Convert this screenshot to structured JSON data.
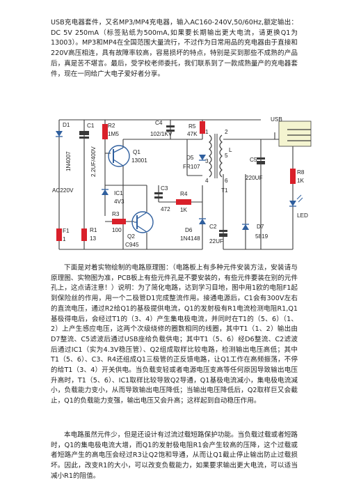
{
  "paragraphs": {
    "intro": "USB充电器套件，又名MP3/MP4充电器，输入AC160-240V,50/60Hz,额定输出：DC 5V 250mA（标签贴纸为500mA,如果要长期输出更大电流，请更换Q1为13003）。MP3和MP4在全国范围大量流行，不过作为日常用品的充电器由于直接和220V高压相连，具有故障率较高，容易损坏的特点，特别是买到那些不成熟的产品后，真是苦不堪言。最后，受学校老师委托，我们联系到了一款成熟量产的充电器套件，现在一同给广大电子爱好者分享。",
    "principle": "下面是对着实物绘制的电路原理图：（电路板上有多种元件安装方法，安装请与原理图、实物图为准，PCB板上有些元件孔是不要安装的，有些元件要装在别的元件孔上，这点请注意！）说明：为了简化电路，达到学习目地，图中用1欧的电阻F1起到保险丝的作用，用一个二极管D1完成整流作用。接通电源后，C1会有300V左右的直流电压，通过R2给Q1的基极提供电流，Q1的发射极有R1电流检测电阻R1,Q1基极得电后，会经过T1的（3、4）产生集电极电流，并同时在T1的（5、6）（1、2）上产生感应电压，这两个次级绕修的圈数相同的线圈，其中T1（1、2）输出由D7整流、C5滤波后通过USB座给负载供电；其中T1（5、6）经D6整流、C2滤波后通过IC1（实为4.3V稳压管）、Q2组成取样比较电路，检测输出电压高低；其中T1（5、6）、C3、R4还组成Q1三极管的正反馈电路，让Q1工作在高频振荡，不停的给T1（3、4）开关供电。当负载变轻或者电源电压变高等任何原因导致输出电压升高时，T1（5、6）、IC1取样比较导致Q2导通，Q1基极电流减小，集电极电流减小，负载能力变小，从而导致输出电压降低；当输出电压降低后，Q2取样巨又会截止，Q1的负载能力变强，输出电压又会升高；这样起到自动稳压作用。",
    "protection": "本电路虽然元件少，但是还设计有过流过载短路保护功能。当负载过载或者短路时，Q1的集电极电流大增，而Q1的发射极电阻R1会产生较高的压降，这个过载或者短路产生的高电压会经过R3让Q2饱和导通，从而让Q1截止停止输出防止过载损坏。因此，改变R1的大小，可以改变负载能力，如果要求输出更大电流，可以适当减小R1的阻值。"
  },
  "schematic": {
    "labels": {
      "d1": "D1",
      "d1_part": "1N4007",
      "c1": "C1",
      "c1_value": "2.2UF/400V",
      "r2": "R2",
      "r2_value": "1M5",
      "c4": "C4",
      "c4_value": "102/1KV",
      "r5": "R5",
      "r5_value": "47K",
      "d5": "D5",
      "d5_part": "FR107",
      "q1": "Q1",
      "q1_part": "13001",
      "ic1": "IC1",
      "ic1_value": "4V3",
      "c3": "C3",
      "c3_value": "472",
      "r4": "R4",
      "r4_value": "1K",
      "r3": "R3",
      "r3_value": "100",
      "q2": "Q2",
      "q2_part": "C945",
      "d6": "D6",
      "d6_part": "1N4148",
      "f1": "F1",
      "f1_value": "1",
      "r1": "R1",
      "r1_value": "13",
      "t1": "T1",
      "c2": "C2",
      "c2_value": "22UF",
      "c5": "C5",
      "c5_value": "220UF",
      "d7": "D7",
      "d7_part": "5819",
      "r8": "R8",
      "r8_value": "1K",
      "led": "LED",
      "usb": "USB",
      "ac": "AC220V",
      "l": "L",
      "pin1": "1",
      "pin2": "2",
      "pin3": "3",
      "pin4": "4",
      "pin5": "5",
      "pin6": "6"
    },
    "colors": {
      "wire": "#3a3a3a",
      "component_blue": "#2f5f9e",
      "component_red": "#d9202a",
      "label_blue": "#2e63a8",
      "usb_fill": "#f4f4d0"
    }
  }
}
